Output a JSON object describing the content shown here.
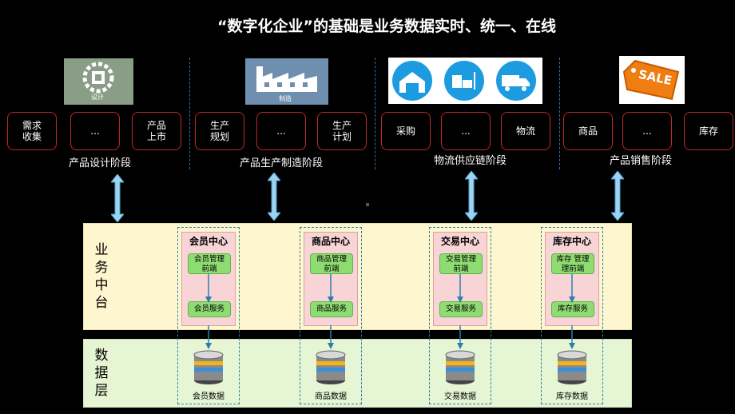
{
  "title": "“数字化企业”的基础是业务数据实时、统一、在线",
  "icons": {
    "design": {
      "name": "gear-chip-icon",
      "label": "设计"
    },
    "manufacture": {
      "name": "factory-icon",
      "label": "制造"
    },
    "logistics": [
      "warehouse-icon",
      "forklift-icon",
      "truck-icon"
    ],
    "sale": {
      "name": "sale-tag-icon",
      "label": "SALE"
    }
  },
  "stages": [
    {
      "label": "产品设计阶段",
      "boxes": [
        "需求\n收集",
        "...",
        "产品\n上市"
      ]
    },
    {
      "label": "产品生产制造阶段",
      "boxes": [
        "生产\n规划",
        "...",
        "生产\n计划"
      ]
    },
    {
      "label": "物流供应链阶段",
      "boxes": [
        "采购",
        "...",
        "物流"
      ]
    },
    {
      "label": "产品销售阶段",
      "boxes": [
        "商品",
        "...",
        "库存"
      ]
    }
  ],
  "bands": {
    "middle": "业务中台",
    "data": "数据层"
  },
  "centers": [
    {
      "title": "会员中心",
      "frontend": "会员管理\n前端",
      "service": "会员服务",
      "db": "会员数据"
    },
    {
      "title": "商品中心",
      "frontend": "商品管理\n前端",
      "service": "商品服务",
      "db": "商品数据"
    },
    {
      "title": "交易中心",
      "frontend": "交易管理\n前端",
      "service": "交易服务",
      "db": "交易数据"
    },
    {
      "title": "库存中心",
      "frontend": "库存 管理\n理前端",
      "service": "库存服务",
      "db": "库存数据"
    }
  ],
  "colors": {
    "stage_border": "#c0282a",
    "middle_band": "#fdf6cf",
    "data_band": "#e6f5d4",
    "center_fill": "#f8d4d6",
    "service_fill": "#8fdc72",
    "connector": "#2a7fb0"
  }
}
